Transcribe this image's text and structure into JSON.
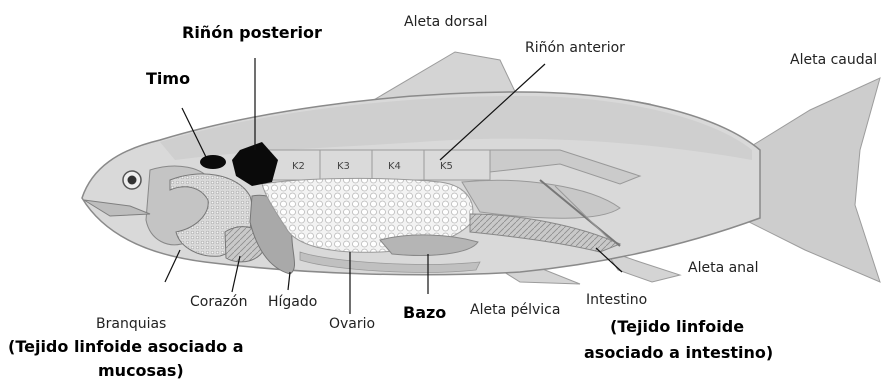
{
  "labels": {
    "rinon_posterior": "Riñón posterior",
    "aleta_dorsal": "Aleta dorsal",
    "rinon_anterior": "Riñón anterior",
    "aleta_caudal": "Aleta caudal",
    "timo": "Timo",
    "aleta_anal": "Aleta anal",
    "corazon": "Corazón",
    "higado": "Hígado",
    "branquias": "Branquias",
    "ovario": "Ovario",
    "bazo": "Bazo",
    "aleta_pelvica": "Aleta pélvica",
    "intestino": "Intestino",
    "galt_line1": "(Tejido linfoide",
    "galt_line2": "asociado a intestino)",
    "malt_line1": "(Tejido linfoide asociado a",
    "malt_line2": "mucosas)"
  },
  "kidney_segments": [
    "K2",
    "K3",
    "K4",
    "K5"
  ]
}
